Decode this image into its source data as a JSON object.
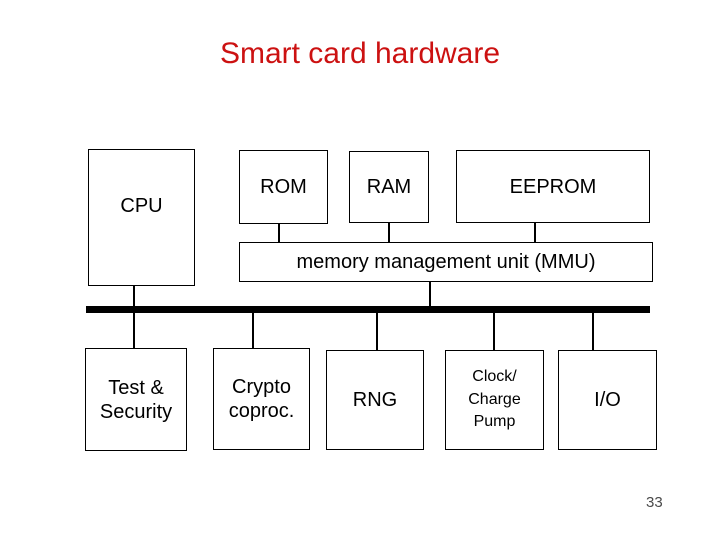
{
  "slide": {
    "title": "Smart card hardware",
    "page_number": "33"
  },
  "colors": {
    "title_red": "#cc1111",
    "line_black": "#000000",
    "background": "#ffffff"
  },
  "diagram": {
    "boxes": {
      "cpu": "CPU",
      "rom": "ROM",
      "ram": "RAM",
      "eeprom": "EEPROM",
      "mmu": "memory management unit (MMU)",
      "test_security": "Test &\nSecurity",
      "crypto_coproc": "Crypto\ncoproc.",
      "rng": "RNG",
      "clock_charge_pump": "Clock/\nCharge\nPump",
      "io": "I/O"
    }
  }
}
